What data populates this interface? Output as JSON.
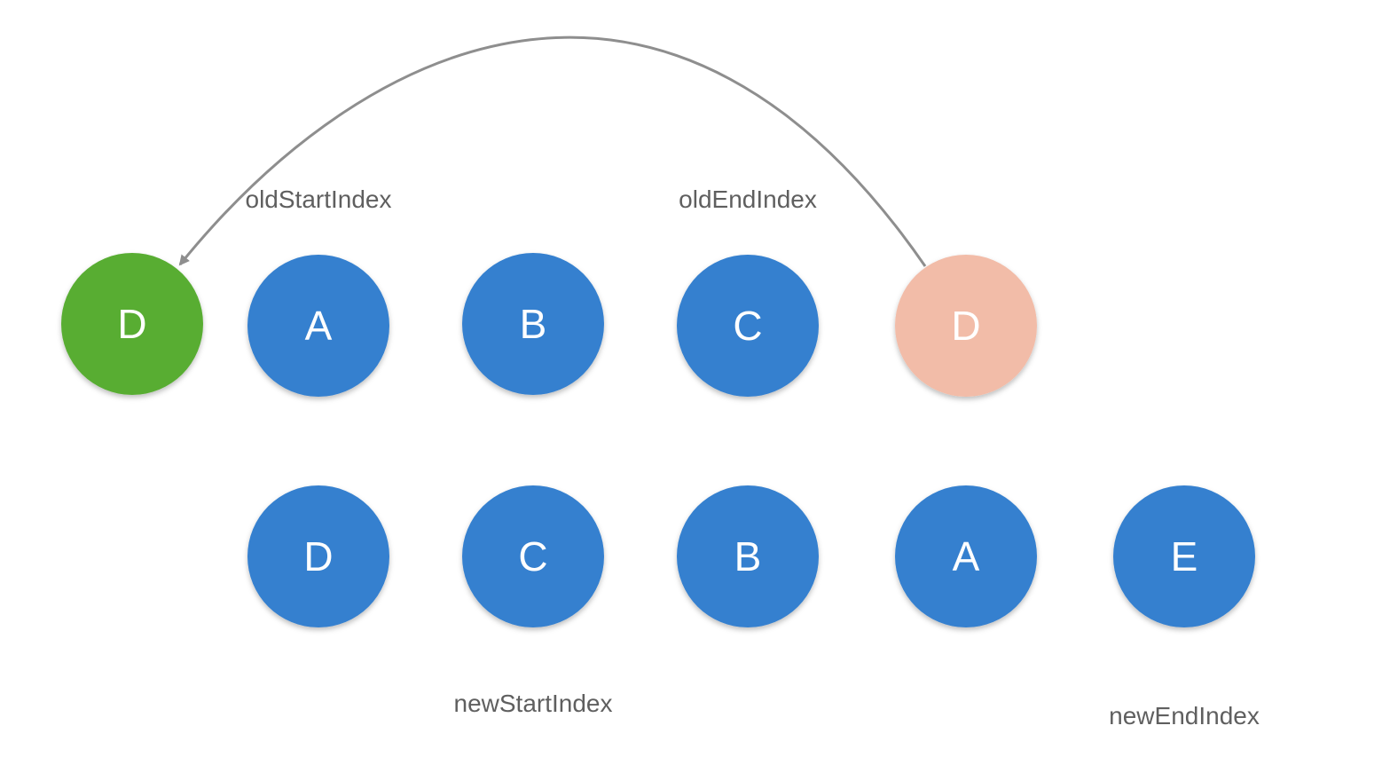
{
  "colors": {
    "node_default": "#3680cf",
    "node_moved": "#58ad33",
    "node_removed": "#f2bca8",
    "arrow": "#8e8e8e",
    "label_text": "#5f5f5f",
    "node_text": "#ffffff"
  },
  "old_row": [
    {
      "id": "old-moved-d",
      "label": "D",
      "state": "moved"
    },
    {
      "id": "old-a",
      "label": "A",
      "state": "default"
    },
    {
      "id": "old-b",
      "label": "B",
      "state": "default"
    },
    {
      "id": "old-c",
      "label": "C",
      "state": "default"
    },
    {
      "id": "old-d",
      "label": "D",
      "state": "removed"
    }
  ],
  "new_row": [
    {
      "id": "new-d",
      "label": "D",
      "state": "default"
    },
    {
      "id": "new-c",
      "label": "C",
      "state": "default"
    },
    {
      "id": "new-b",
      "label": "B",
      "state": "default"
    },
    {
      "id": "new-a",
      "label": "A",
      "state": "default"
    },
    {
      "id": "new-e",
      "label": "E",
      "state": "default"
    }
  ],
  "pointers": {
    "old_start": "oldStartIndex",
    "old_end": "oldEndIndex",
    "new_start": "newStartIndex",
    "new_end": "newEndIndex"
  },
  "arrow": {
    "from": "old-d",
    "to": "old-moved-d"
  }
}
